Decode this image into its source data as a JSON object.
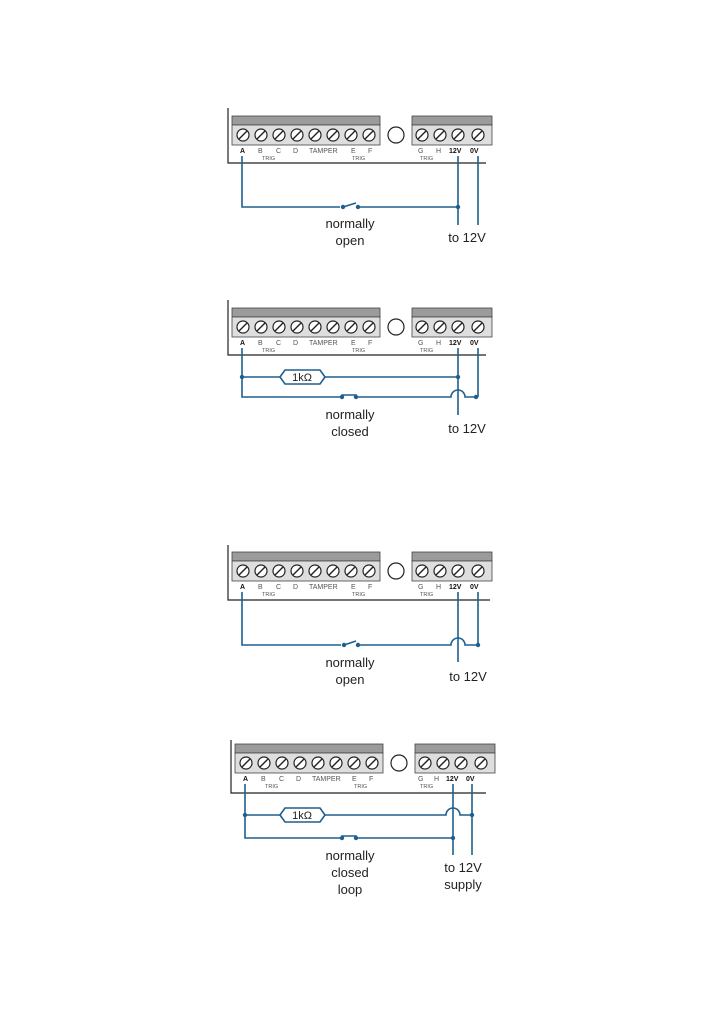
{
  "terminals": {
    "a": "A",
    "b": "B",
    "c": "C",
    "d": "D",
    "tamper": "TAMPER",
    "e": "E",
    "f": "F",
    "g": "G",
    "h": "H",
    "v12": "12V",
    "v0": "0V",
    "trig": "TRIG"
  },
  "diagrams": [
    {
      "contact": [
        "normally",
        "open"
      ],
      "supply": [
        "to 12V"
      ]
    },
    {
      "resistor": "1kΩ",
      "contact": [
        "normally",
        "closed"
      ],
      "supply": [
        "to 12V"
      ]
    },
    {
      "contact": [
        "normally",
        "open"
      ],
      "supply": [
        "to 12V"
      ]
    },
    {
      "resistor": "1kΩ",
      "contact": [
        "normally",
        "closed",
        "loop"
      ],
      "supply": [
        "to 12V",
        "supply"
      ]
    }
  ],
  "colors": {
    "wire": "#1f5f8e",
    "terminal_bar": "#9b9b9b"
  }
}
